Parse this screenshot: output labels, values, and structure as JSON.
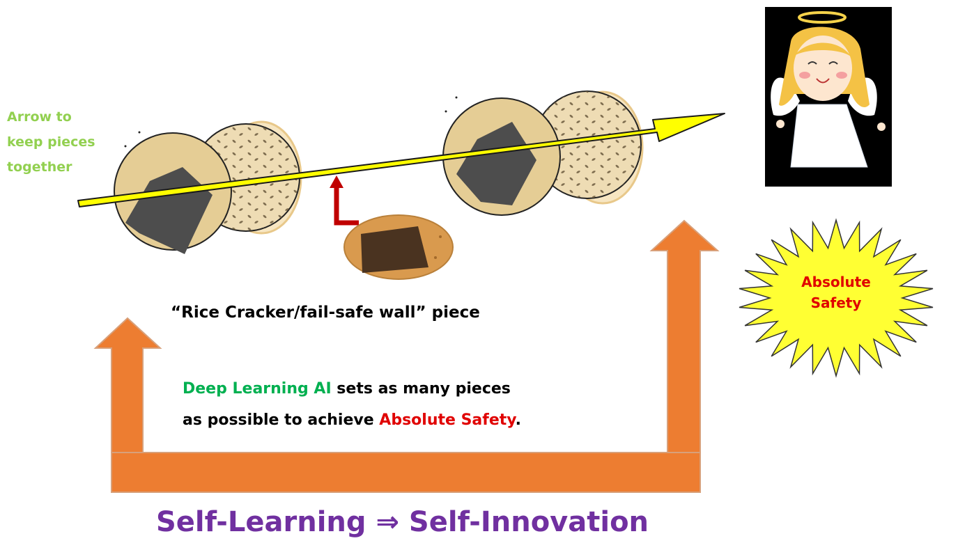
{
  "arrow_label": [
    "Arrow to",
    "keep pieces",
    "together"
  ],
  "piece_label": "“Rice Cracker/fail-safe wall” piece",
  "description": {
    "line1_highlight": "Deep Learning AI",
    "line1_rest": " sets as many pieces",
    "line2_start": "as possible to achieve ",
    "line2_highlight": "Absolute Safety",
    "line2_end": "."
  },
  "burst": [
    "Absolute",
    "Safety"
  ],
  "bottom_title": "Self-Learning  ⇒  Self-Innovation",
  "colors": {
    "arrow_label": "#92d050",
    "highlight_green": "#00b050",
    "highlight_red": "#e00000",
    "burst_fill": "#ffff33",
    "orange_arrow": "#ed7d31",
    "yellow_arrow": "#ffff00",
    "title_purple": "#7030a0"
  },
  "icons": [
    "rice-cracker-with-nori-icon",
    "rice-cracker-with-sesame-icon",
    "small-rice-cracker-icon",
    "angel-icon",
    "starburst-icon"
  ]
}
